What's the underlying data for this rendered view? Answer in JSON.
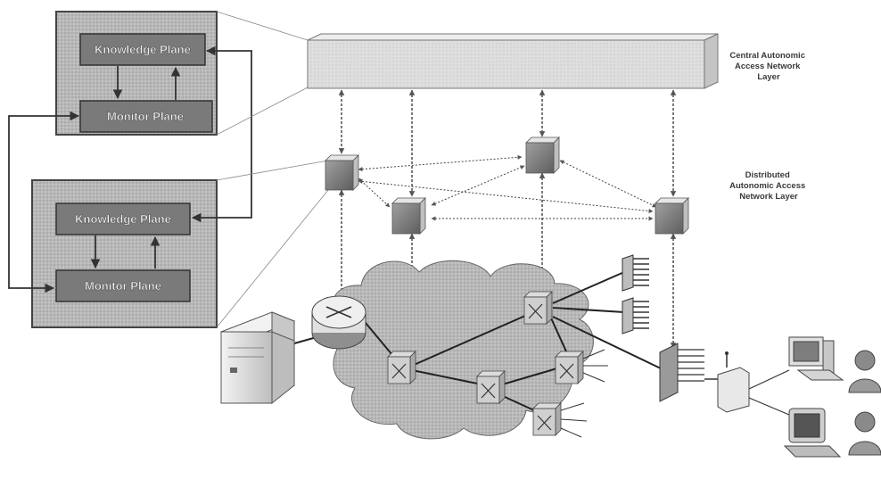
{
  "control_boxes": [
    {
      "knowledge_plane": "Knowledge Plane",
      "monitor_plane": "Monitor Plane"
    },
    {
      "knowledge_plane": "Knowledge Plane",
      "monitor_plane": "Monitor Plane"
    }
  ],
  "layers": {
    "central": [
      "Central Autonomic",
      "Access Network",
      "Layer"
    ],
    "distributed": [
      "Distributed",
      "Autonomic Access",
      "Network Layer"
    ]
  },
  "colors": {
    "box_frame": "#9a9a9a",
    "plane_fill": "#7a7a7a",
    "central_bar": "#d9d9d9",
    "node_cube": "#8f8f8f",
    "cloud": "#bdbdbd",
    "line": "#333333"
  }
}
